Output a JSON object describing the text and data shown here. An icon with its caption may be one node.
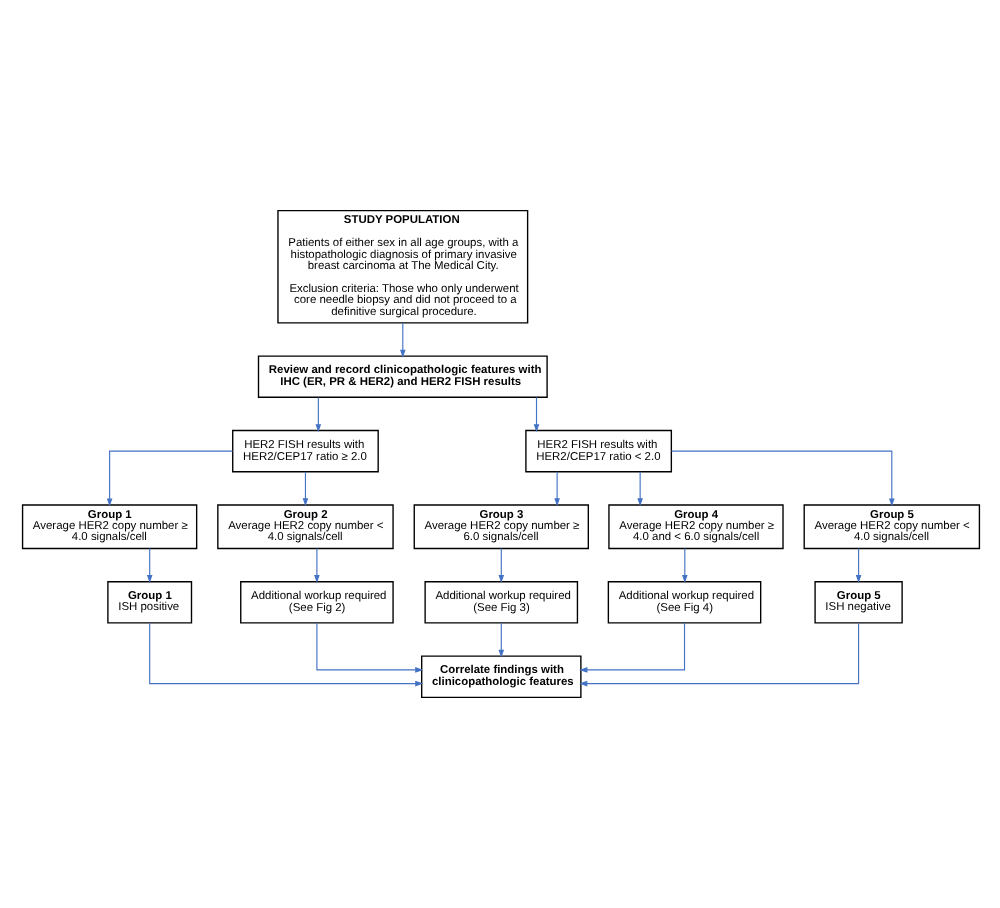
{
  "diagram": {
    "nodes": [
      {
        "text": [
          "STUDY POPULATION",
          "Patients of either sex in all age groups, with a histopathologic diagnosis of primary invasive breast carcinoma at The Medical City.",
          "Exclusion criteria: Those who only underwent core needle biopsy and did not proceed to a definitive surgical procedure."
        ]
      },
      {
        "text": [
          "Review and record clinicopathologic features with IHC (ER, PR & HER2) and HER2 FISH results"
        ]
      },
      {
        "text": [
          "HER2 FISH results with HER2/CEP17 ratio ≥ 2.0"
        ]
      },
      {
        "text": [
          "HER2 FISH results with HER2/CEP17 ratio < 2.0"
        ]
      },
      {
        "text": [
          "Group 1",
          "Average HER2 copy number ≥ 4.0 signals/cell"
        ]
      },
      {
        "text": [
          "Group 2",
          "Average HER2 copy number < 4.0 signals/cell"
        ]
      },
      {
        "text": [
          "Group 3",
          "Average HER2 copy number ≥ 6.0 signals/cell"
        ]
      },
      {
        "text": [
          "Group 4",
          "Average HER2 copy number ≥ 4.0 and < 6.0 signals/cell"
        ]
      },
      {
        "text": [
          "Group 5",
          "Average HER2 copy number < 4.0 signals/cell"
        ]
      },
      {
        "text": [
          "Group 1",
          "ISH positive"
        ]
      },
      {
        "text": [
          "Additional workup required (See Fig 2)"
        ]
      },
      {
        "text": [
          "Additional workup required (See Fig 3)"
        ]
      },
      {
        "text": [
          "Additional workup required (See Fig 4)"
        ]
      },
      {
        "text": [
          "Group 5",
          "ISH negative"
        ]
      },
      {
        "text": [
          "Correlate findings with clinicopathologic features"
        ]
      }
    ],
    "edges": [
      {
        "from": 0,
        "to": 1,
        "arrow": "to"
      },
      {
        "from": 1,
        "to": 2,
        "arrow": "to"
      },
      {
        "from": 1,
        "to": 3,
        "arrow": "to"
      },
      {
        "from": 2,
        "to": 4,
        "arrow": "to"
      },
      {
        "from": 2,
        "to": 5,
        "arrow": "to"
      },
      {
        "from": 3,
        "to": 6,
        "arrow": "to"
      },
      {
        "from": 3,
        "to": 7,
        "arrow": "to"
      },
      {
        "from": 3,
        "to": 8,
        "arrow": "to"
      },
      {
        "from": 4,
        "to": 9,
        "arrow": "to"
      },
      {
        "from": 5,
        "to": 10,
        "arrow": "to"
      },
      {
        "from": 6,
        "to": 11,
        "arrow": "to"
      },
      {
        "from": 7,
        "to": 12,
        "arrow": "to"
      },
      {
        "from": 8,
        "to": 13,
        "arrow": "to"
      },
      {
        "from": 9,
        "to": 14,
        "arrow": "to"
      },
      {
        "from": 10,
        "to": 14,
        "arrow": "to"
      },
      {
        "from": 11,
        "to": 14,
        "arrow": "to"
      },
      {
        "from": 12,
        "to": 14,
        "arrow": "to"
      },
      {
        "from": 13,
        "to": 14,
        "arrow": "to"
      }
    ]
  }
}
